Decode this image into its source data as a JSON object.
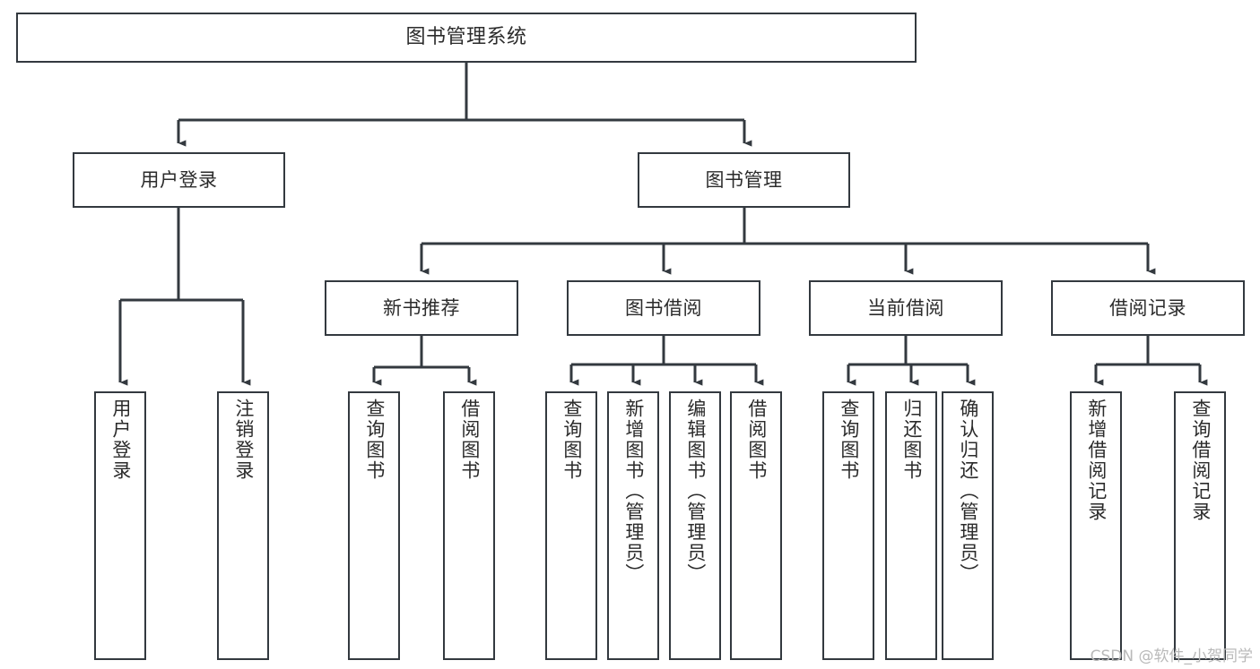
{
  "diagram": {
    "type": "tree-hierarchy",
    "title": "图书管理系统",
    "orientation": "top-down",
    "colors": {
      "box_border": "#33393f",
      "box_fill": "#ffffff",
      "connector": "#33393f",
      "text": "#2b2b2b",
      "watermark": "#b9b9b9",
      "background": "#ffffff"
    },
    "root": {
      "label": "图书管理系统"
    },
    "level2": [
      {
        "label": "用户登录"
      },
      {
        "label": "图书管理"
      }
    ],
    "level3": [
      {
        "label": "新书推荐"
      },
      {
        "label": "图书借阅"
      },
      {
        "label": "当前借阅"
      },
      {
        "label": "借阅记录"
      }
    ],
    "leaves": {
      "user_login": [
        {
          "label": "用户登录"
        },
        {
          "label": "注销登录"
        }
      ],
      "new_book_recommend": [
        {
          "label": "查询图书"
        },
        {
          "label": "借阅图书"
        }
      ],
      "book_borrow": [
        {
          "label": "查询图书"
        },
        {
          "label": "新增图书（管理员）"
        },
        {
          "label": "编辑图书（管理员）"
        },
        {
          "label": "借阅图书"
        }
      ],
      "current_borrow": [
        {
          "label": "查询图书"
        },
        {
          "label": "归还图书"
        },
        {
          "label": "确认归还（管理员）"
        }
      ],
      "borrow_record": [
        {
          "label": "新增借阅记录"
        },
        {
          "label": "查询借阅记录"
        }
      ]
    }
  },
  "watermark": {
    "text": "CSDN @软件_小贺同学"
  }
}
